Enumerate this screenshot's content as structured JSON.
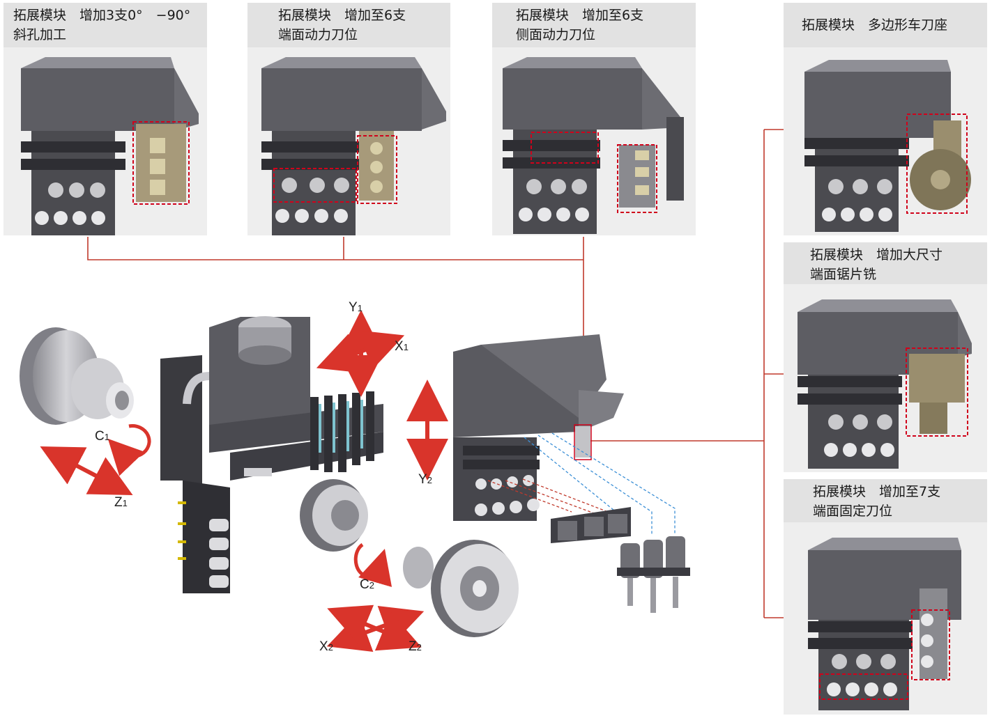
{
  "colors": {
    "connector": "#c0392b",
    "highlight_box": "#d0021b",
    "arrow": "#d9342b",
    "panel_bg": "#eeeeee",
    "title_bg": "#e2e2e2"
  },
  "panels": [
    {
      "line1": "拓展模块　增加3支0°　−90°",
      "line2": "斜孔加工"
    },
    {
      "line1": "拓展模块　增加至6支",
      "line2": "端面动力刀位"
    },
    {
      "line1": "拓展模块　增加至6支",
      "line2": "侧面动力刀位"
    },
    {
      "line1": "拓展模块　多边形车刀座",
      "line2": ""
    },
    {
      "line1": "拓展模块　增加大尺寸",
      "line2": "端面锯片铣"
    },
    {
      "line1": "拓展模块　增加至7支",
      "line2": "端面固定刀位"
    }
  ],
  "axes": {
    "y1": {
      "letter": "Y",
      "sub": "1"
    },
    "x1": {
      "letter": "X",
      "sub": "1"
    },
    "c1": {
      "letter": "C",
      "sub": "1"
    },
    "z1": {
      "letter": "Z",
      "sub": "1"
    },
    "y2": {
      "letter": "Y",
      "sub": "2"
    },
    "c2": {
      "letter": "C",
      "sub": "2"
    },
    "x2": {
      "letter": "X",
      "sub": "2"
    },
    "z2": {
      "letter": "Z",
      "sub": "2"
    }
  }
}
